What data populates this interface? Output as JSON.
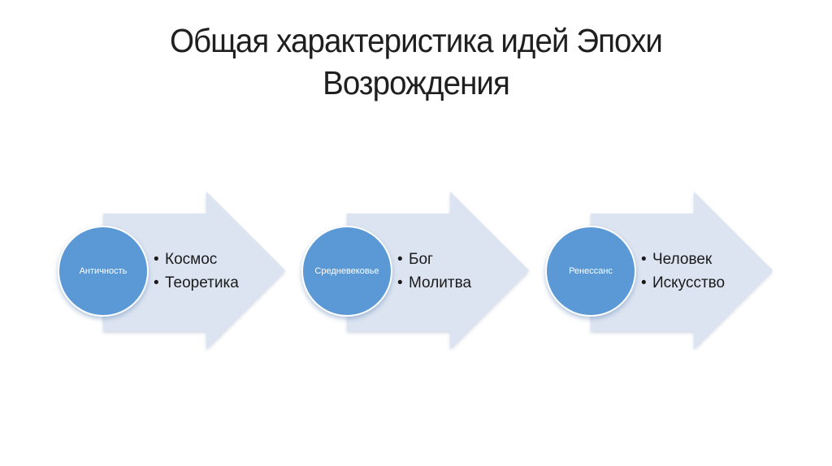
{
  "slide": {
    "title": "Общая характеристика идей Эпохи Возрождения"
  },
  "colors": {
    "background": "#ffffff",
    "accent": "#5A99D5",
    "arrow-fill": "#DCE4F1",
    "title-color": "#1f1f1f",
    "bullet-color": "#1a1a1a",
    "circle-label-color": "#ffffff"
  },
  "diagram": {
    "type": "process-arrows",
    "units": [
      {
        "label": "Античность",
        "bullets": [
          "Космос",
          "Теоретика"
        ]
      },
      {
        "label": "Средневековье",
        "bullets": [
          "Бог",
          "Молитва"
        ]
      },
      {
        "label": "Ренессанс",
        "bullets": [
          "Человек",
          "Искусство"
        ]
      }
    ]
  }
}
